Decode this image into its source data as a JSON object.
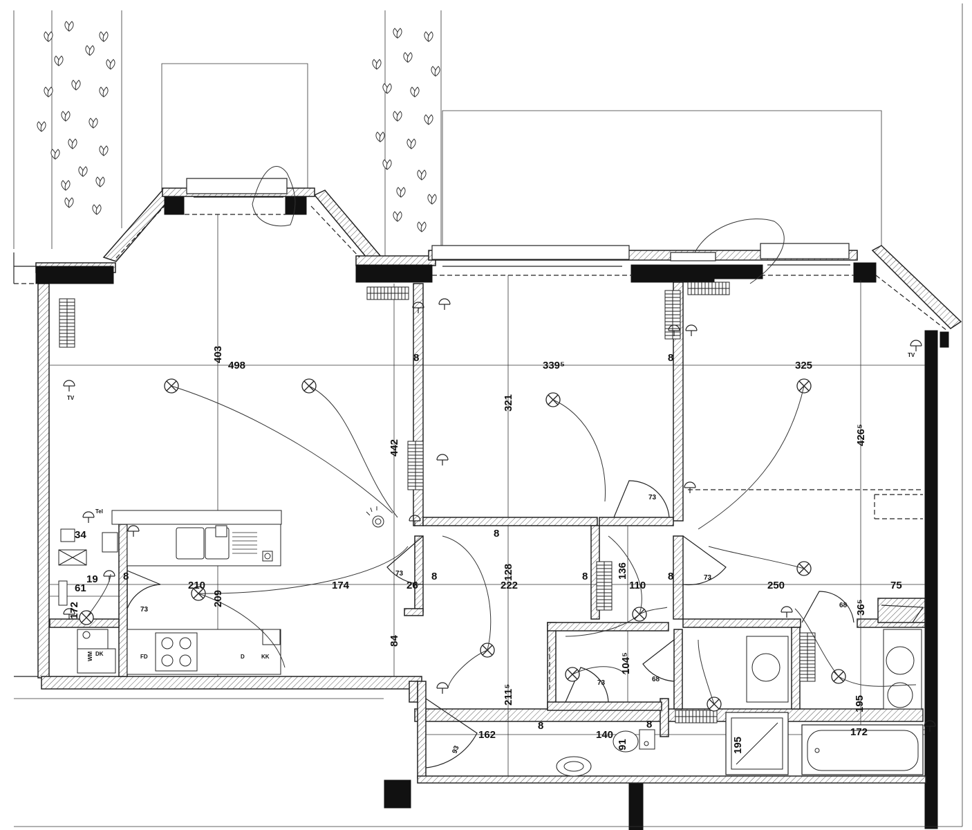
{
  "dimensions": {
    "d498": "498",
    "d403": "403",
    "d8a": "8",
    "d3395": "339⁵",
    "d8b": "8",
    "d325": "325",
    "d321": "321",
    "d442": "442",
    "d4265": "426⁵",
    "d73a": "73",
    "d8c": "8",
    "d34": "34",
    "d19": "19",
    "d8d": "8",
    "d61": "61",
    "d210": "210",
    "d174": "174",
    "d73b": "73",
    "d26": "26",
    "d8e": "8",
    "d222": "222",
    "d128": "128",
    "d8f": "8",
    "d136": "136",
    "d110": "110",
    "d8g": "8",
    "d73c": "73",
    "d250": "250",
    "d75": "75",
    "d172a": "172",
    "d209": "209",
    "d73d": "73",
    "d84": "84",
    "d68a": "68",
    "d365": "36⁵",
    "d1045": "104⁵",
    "d73e": "73",
    "d68b": "68",
    "d2115": "211⁵",
    "d162": "162",
    "d8h": "8",
    "d140": "140",
    "d91": "91",
    "d8i": "8",
    "d93": "93",
    "d195a": "195",
    "d195b": "195",
    "d172b": "172"
  },
  "labels": {
    "tv1": "TV",
    "tv2": "TV",
    "tel": "Tel",
    "wm": "WM",
    "dk": "DK",
    "fd": "FD",
    "d": "D",
    "kk": "KK"
  },
  "icons": [
    "plant-icon",
    "ceiling-light-icon",
    "socket-icon",
    "switch-icon",
    "radiator-icon",
    "sink-icon",
    "stove-icon",
    "toilet-icon",
    "bathtub-icon",
    "shower-icon",
    "washbasin-icon",
    "doorbell-icon"
  ]
}
